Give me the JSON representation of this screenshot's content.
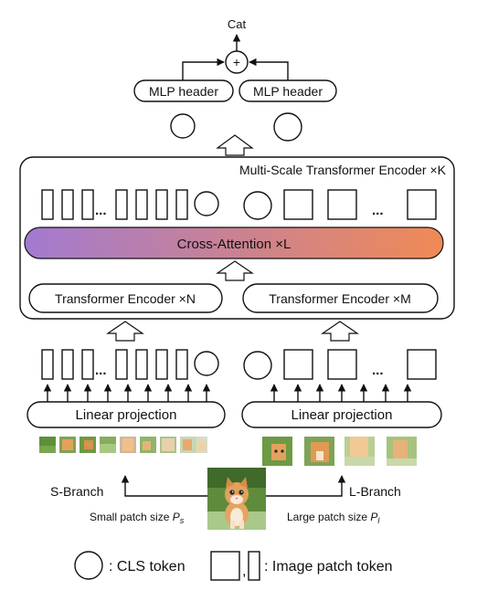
{
  "output": {
    "label": "Cat",
    "combine_symbol": "+"
  },
  "heads": {
    "left": "MLP header",
    "right": "MLP header"
  },
  "encoder": {
    "title": "Multi-Scale Transformer Encoder ×K",
    "cross_attention": "Cross-Attention ×L",
    "small_branch_encoder": "Transformer Encoder ×N",
    "large_branch_encoder": "Transformer Encoder ×M",
    "ellipsis": "..."
  },
  "projection": {
    "left": "Linear projection",
    "right": "Linear projection"
  },
  "branches": {
    "small": {
      "name": "S-Branch",
      "caption": "Small patch size ",
      "symbol": "P",
      "subscript": "s"
    },
    "large": {
      "name": "L-Branch",
      "caption": "Large patch size ",
      "symbol": "P",
      "subscript": "l"
    }
  },
  "legend": {
    "cls": ": CLS token",
    "separator": ",",
    "patch": ": Image patch token"
  },
  "colors": {
    "cross_attention_start": "#a37ad0",
    "cross_attention_end": "#f08a55",
    "cat_fur": "#e5a15c",
    "grass": "#6d9a44"
  }
}
